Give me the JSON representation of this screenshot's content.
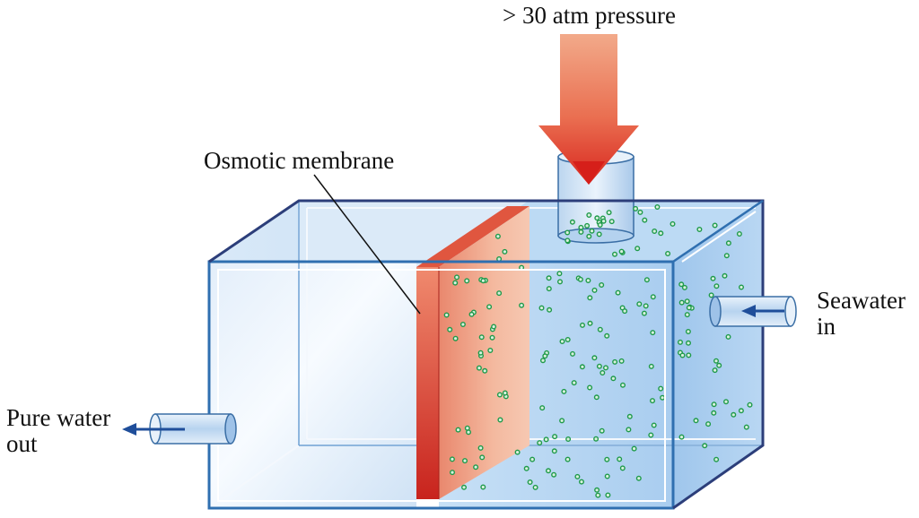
{
  "labels": {
    "pressure": "> 30 atm pressure",
    "membrane": "Osmotic membrane",
    "seawater_line1": "Seawater",
    "seawater_line2": "in",
    "purewater_line1": "Pure water",
    "purewater_line2": "out"
  },
  "colors": {
    "water_fill": "#cfe4f7",
    "water_dark": "#a6cdef",
    "tank_edge": "#2f6fb0",
    "membrane_front": "#c8322c",
    "membrane_face": "#f2b8a0",
    "pressure_arrow_top": "#f4a585",
    "pressure_arrow_bottom": "#d8271f",
    "particle": "#1f9a4a",
    "flow_arrow": "#1f4e9a"
  },
  "icons": {
    "pressure": "down-arrow",
    "seawater_flow": "left-arrow",
    "purewater_flow": "left-arrow"
  }
}
